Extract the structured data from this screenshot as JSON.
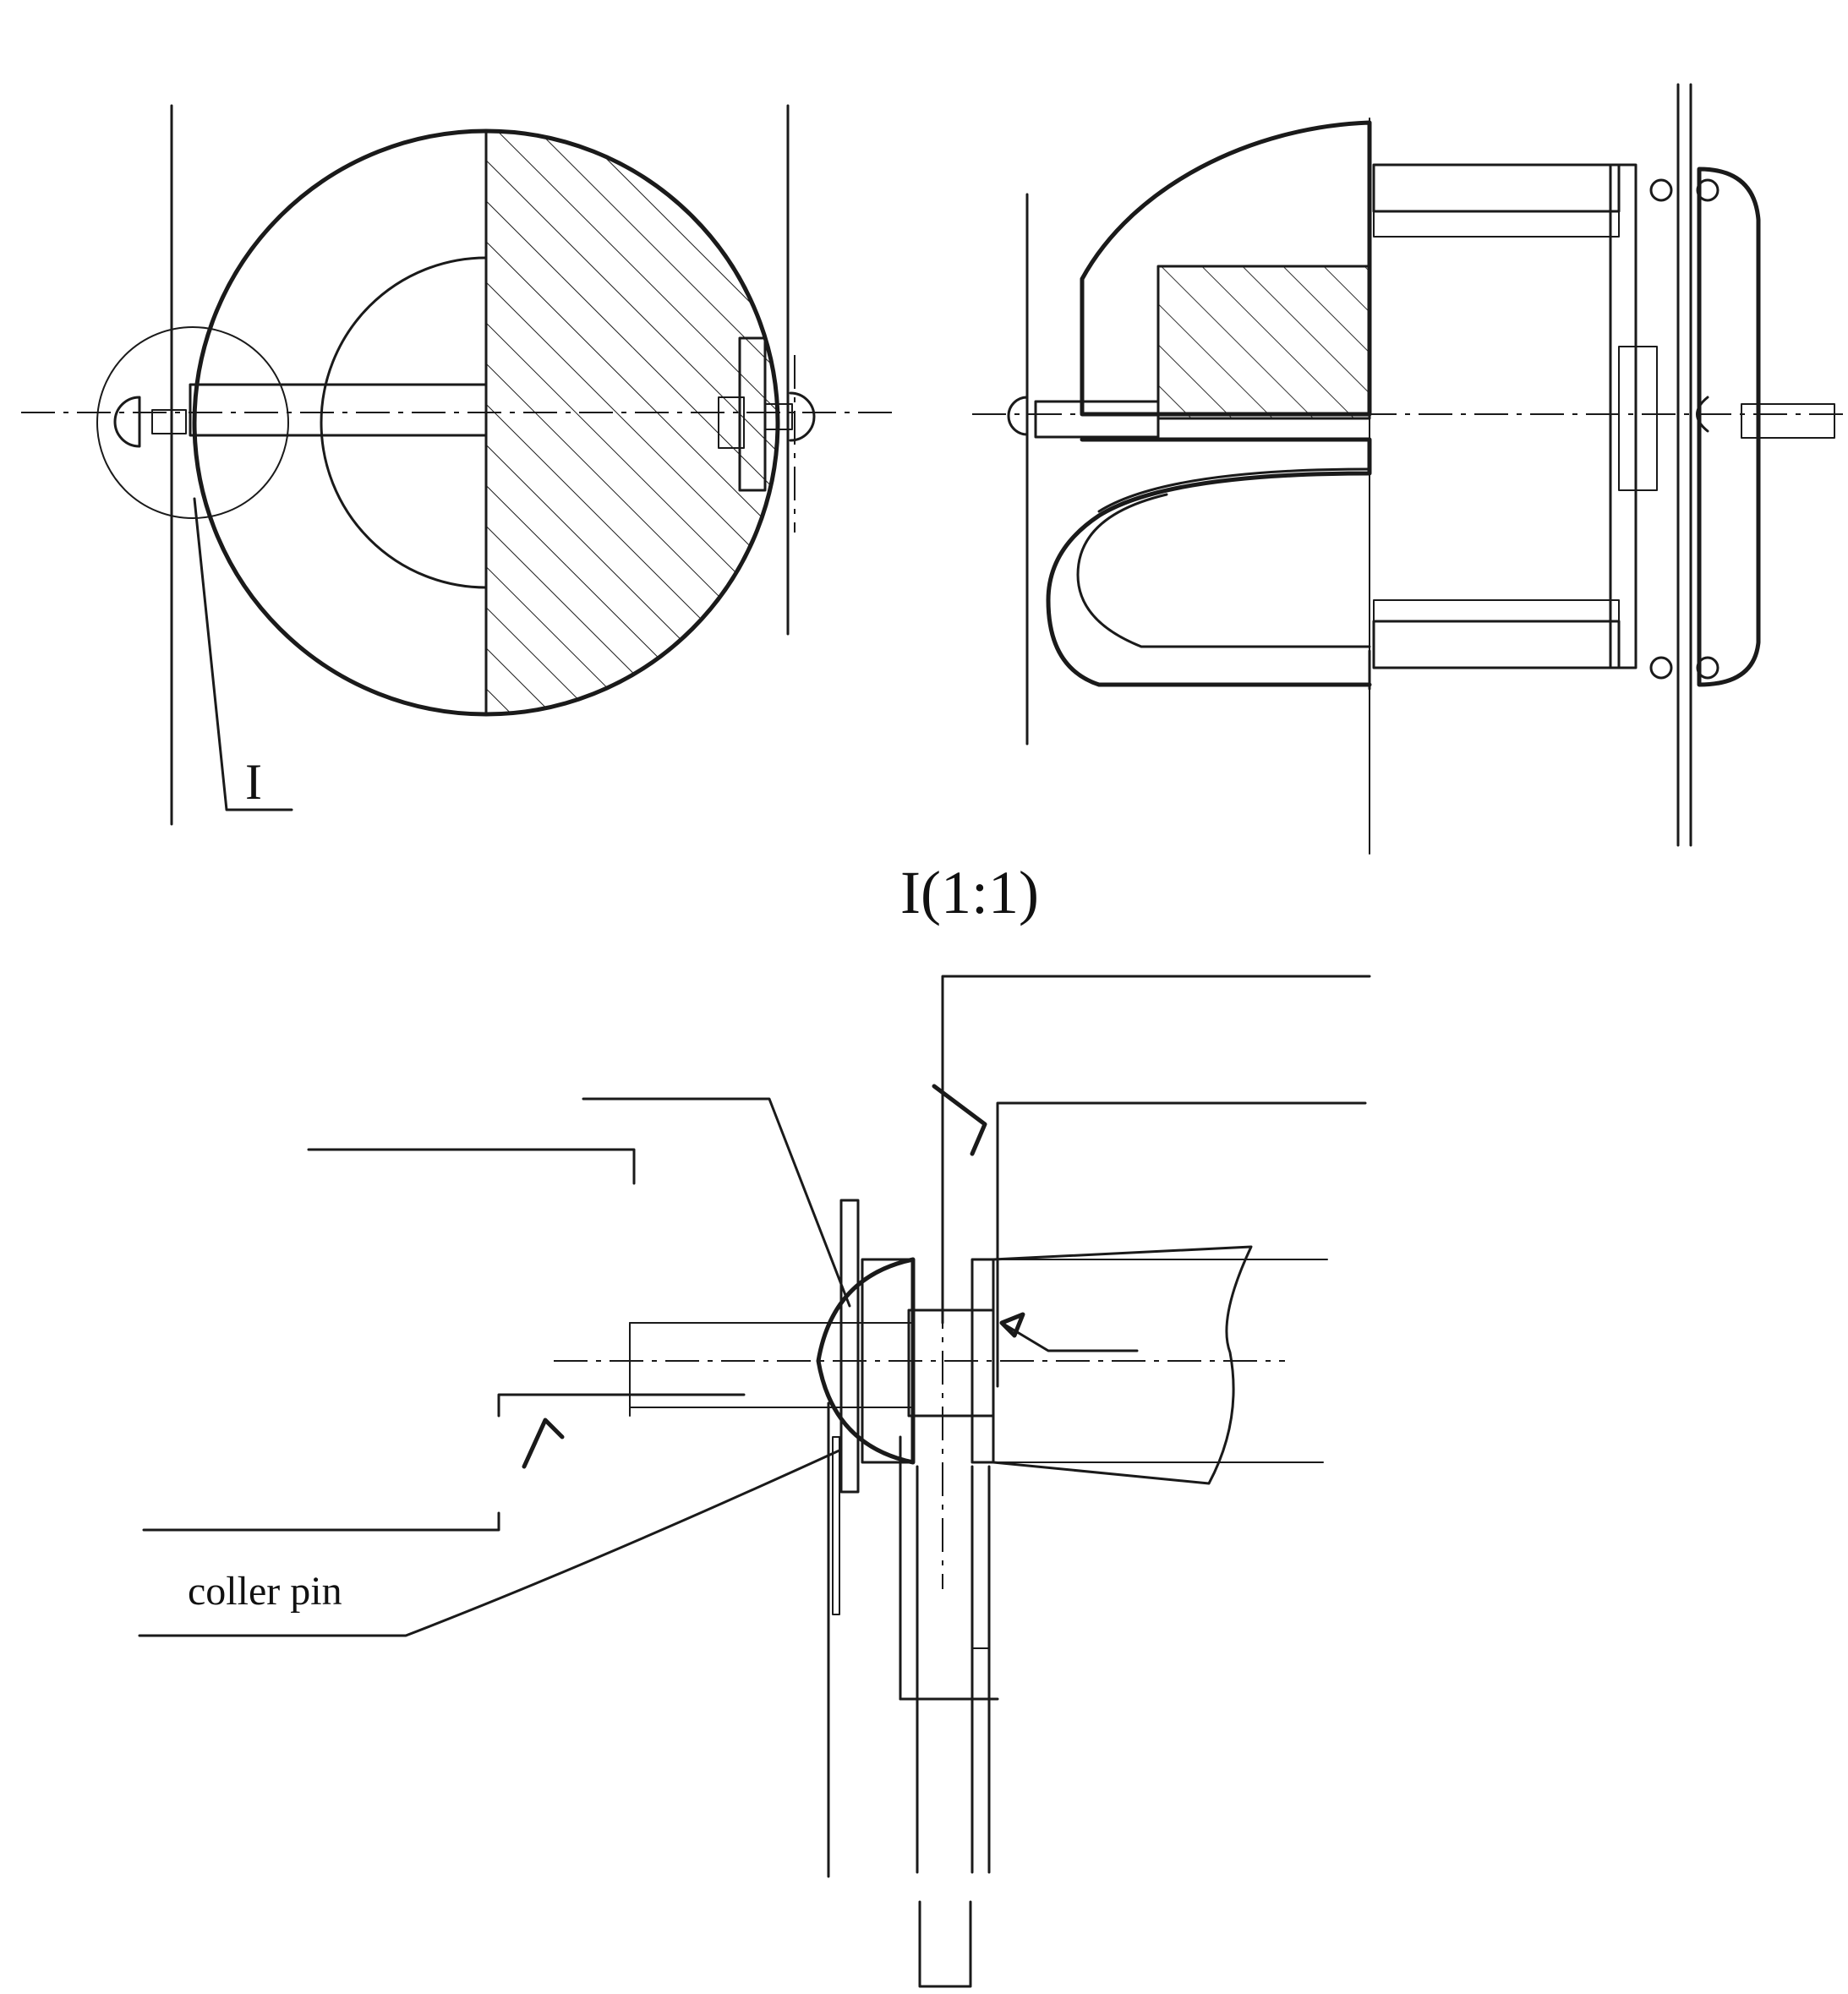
{
  "drawing": {
    "section_mark": "I",
    "detail_title": "I(1:1)",
    "callout_text": "coller pin"
  },
  "colors": {
    "ink": "#1a1a1a",
    "paper": "#ffffff"
  }
}
